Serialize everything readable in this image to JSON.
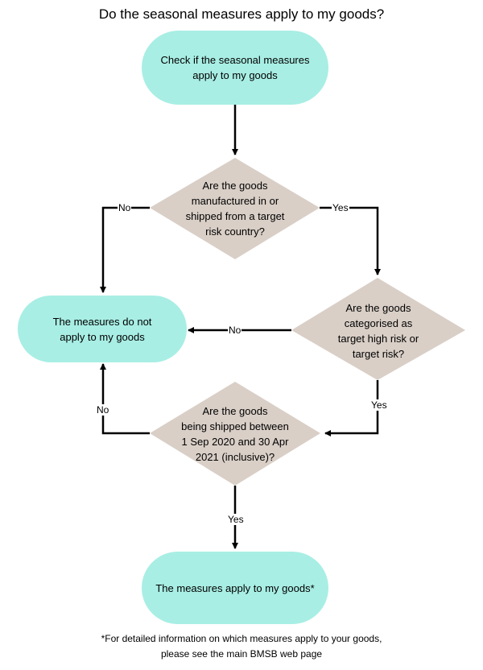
{
  "title": "Do the seasonal measures apply to my goods?",
  "start": {
    "line1": "Check if the seasonal measures",
    "line2": "apply to my goods"
  },
  "q1": {
    "line1": "Are the goods",
    "line2": "manufactured in or",
    "line3": "shipped from a target",
    "line4": "risk country?"
  },
  "q2": {
    "line1": "Are the goods",
    "line2": "categorised as",
    "line3": "target high risk or",
    "line4": "target risk?"
  },
  "q3": {
    "line1": "Are the goods",
    "line2": "being shipped between",
    "line3": "1 Sep 2020 and 30 Apr",
    "line4": "2021 (inclusive)?"
  },
  "no_apply": {
    "line1": "The measures do not",
    "line2": "apply to my goods"
  },
  "apply": {
    "label": "The measures apply to my goods*"
  },
  "edges": {
    "q1_no": "No",
    "q1_yes": "Yes",
    "q2_no": "No",
    "q2_yes": "Yes",
    "q3_no": "No",
    "q3_yes": "Yes"
  },
  "footnote": {
    "line1": "*For detailed information on which measures apply to your goods,",
    "line2": "please see the main BMSB web page"
  },
  "colors": {
    "terminal": "#a8eee4",
    "decision": "#d9cfc7",
    "line": "#000000"
  }
}
